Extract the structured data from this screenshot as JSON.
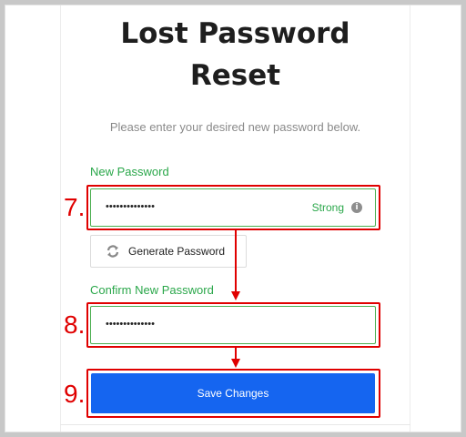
{
  "page": {
    "title_line1": "Lost Password",
    "title_line2": "Reset",
    "subtitle": "Please enter your desired new password below."
  },
  "form": {
    "new_password_label": "New Password",
    "new_password_value": "••••••••••••••",
    "strength_text": "Strong",
    "generate_button_label": "Generate Password",
    "confirm_password_label": "Confirm New Password",
    "confirm_password_value": "••••••••••••••",
    "save_button_label": "Save Changes"
  },
  "annotations": {
    "step7": "7.",
    "step8": "8.",
    "step9": "9."
  },
  "icons": {
    "info": "info-icon",
    "generate": "refresh-icon"
  },
  "colors": {
    "accent_green": "#2aa74a",
    "primary_blue": "#1565f0",
    "annotation_red": "#e00000"
  }
}
